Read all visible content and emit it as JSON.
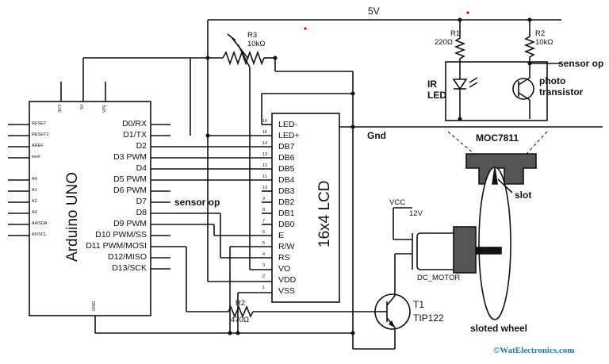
{
  "colors": {
    "line": "#111111",
    "watermark": "#1a7fa8",
    "dot": "#cc0000"
  },
  "supply": {
    "label": "5V"
  },
  "arduino": {
    "title": "Arduino UNO",
    "top_pins": [
      "3V3",
      "5V",
      "VIN"
    ],
    "bottom_pin": "GND",
    "left_pins": [
      "RESET",
      "RESET2",
      "AREF",
      "ioref",
      "A0",
      "A1",
      "A2",
      "A3",
      "A4/SDA",
      "A5/SCL"
    ],
    "right_pins": [
      "D0/RX",
      "D1/TX",
      "D2",
      "D3 PWM",
      "D4",
      "D5 PWM",
      "D6 PWM",
      "D7",
      "D8",
      "D9 PWM",
      "D10 PWM/SS",
      "D11 PWM/MOSI",
      "D12/MISO",
      "D13/SCK"
    ]
  },
  "lcd": {
    "title": "16x4 LCD",
    "pins": [
      "LED-",
      "LED+",
      "DB7",
      "DB6",
      "DB5",
      "DB4",
      "DB3",
      "DB2",
      "DB1",
      "DB0",
      "E",
      "R/W",
      "RS",
      "VO",
      "VDD",
      "VSS"
    ],
    "pin_numbers": [
      "16",
      "15",
      "14",
      "13",
      "12",
      "11",
      "10",
      "9",
      "8",
      "7",
      "6",
      "5",
      "4",
      "3",
      "2",
      "1"
    ]
  },
  "r3": {
    "name": "R3",
    "value": "10kΩ"
  },
  "r1": {
    "name": "R1",
    "value": "220Ω"
  },
  "r2_top": {
    "name": "R2",
    "value": "10kΩ"
  },
  "r2_bottom": {
    "name": "R2",
    "value": "470Ω"
  },
  "sensor_op_left": "sensor op",
  "sensor_op_right": "sensor op",
  "ir_led": [
    "IR",
    "LED"
  ],
  "photo_transistor": [
    "photo",
    "transistor"
  ],
  "gnd": "Gnd",
  "moc": "MOC7811",
  "slot": "slot",
  "vcc": "VCC",
  "v12": "12V",
  "dc_motor": "DC_MOTOR",
  "transistor": {
    "name": "T1",
    "part": "TIP122"
  },
  "wheel": "sloted wheel",
  "watermark": "©WatElectronics.com"
}
